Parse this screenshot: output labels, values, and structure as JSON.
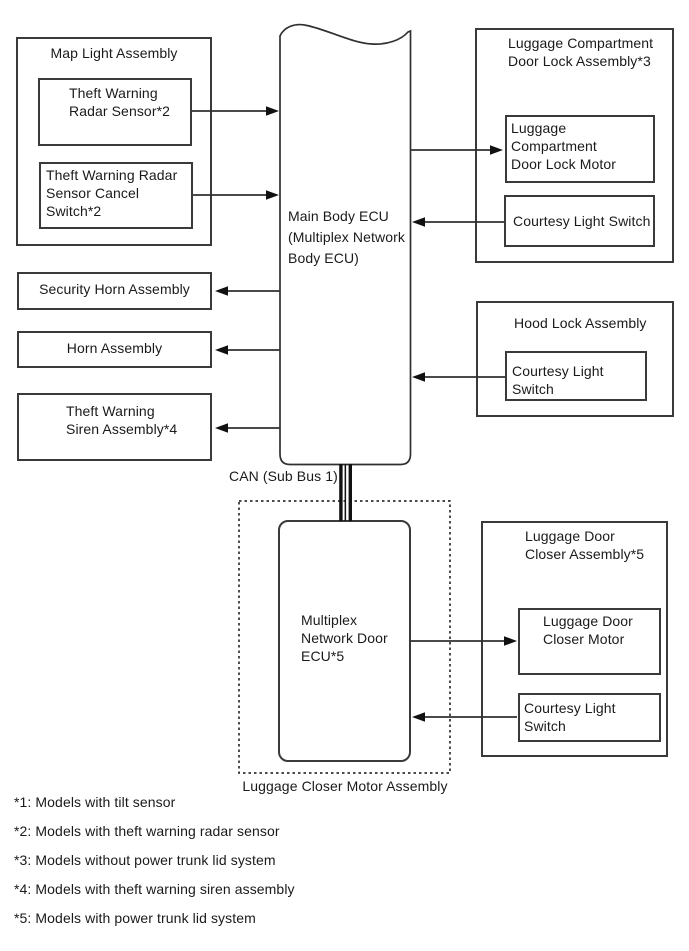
{
  "diagram": {
    "left": {
      "map_light_title": "Map Light Assembly",
      "radar_sensor": "Theft Warning\nRadar Sensor*2",
      "cancel_switch": "Theft Warning Radar\nSensor Cancel Switch*2",
      "security_horn": "Security Horn Assembly",
      "horn": "Horn Assembly",
      "siren": "Theft Warning\nSiren Assembly*4"
    },
    "center": {
      "main_ecu": "Main Body ECU\n(Multiplex Network\nBody ECU)",
      "can_label": "CAN (Sub Bus 1)",
      "multiplex_ecu": "Multiplex\nNetwork Door\nECU*5",
      "closer_caption": "Luggage Closer Motor Assembly"
    },
    "right": {
      "lug_compartment_title": "Luggage Compartment\nDoor Lock Assembly*3",
      "lug_compartment_motor": "Luggage Compartment\nDoor Lock Motor",
      "lug_compartment_courtesy": "Courtesy Light Switch",
      "hood_title": "Hood Lock Assembly",
      "hood_courtesy": "Courtesy Light Switch",
      "closer_title": "Luggage Door\nCloser Assembly*5",
      "closer_motor": "Luggage Door\nCloser Motor",
      "closer_courtesy": "Courtesy Light Switch"
    },
    "footnotes": [
      "*1: Models with tilt sensor",
      "*2: Models with theft warning radar sensor",
      "*3: Models without power trunk lid system",
      "*4: Models with theft warning siren assembly",
      "*5: Models with power trunk lid system"
    ],
    "colors": {
      "line": "#303030",
      "text": "#1a1a1a",
      "background": "#ffffff"
    }
  }
}
